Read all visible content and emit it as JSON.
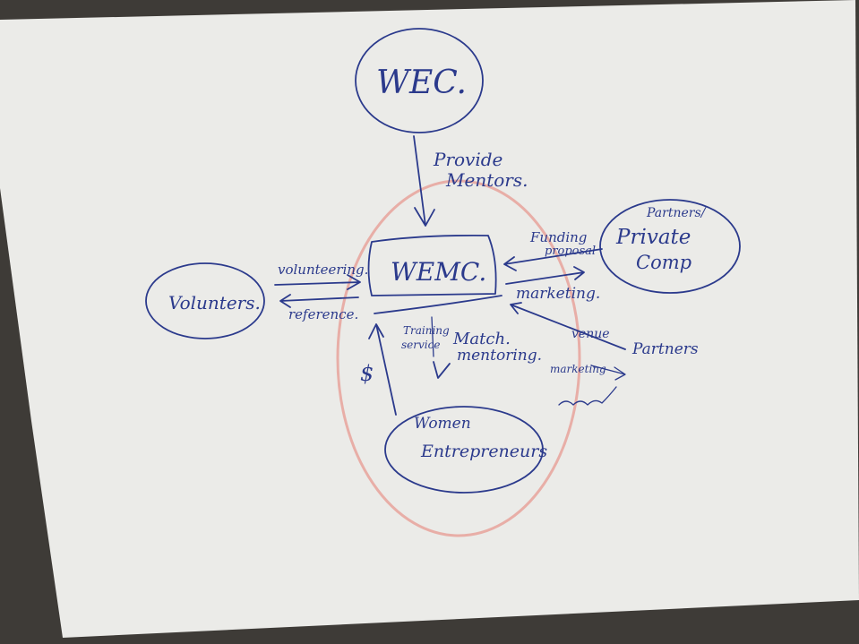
{
  "colors": {
    "paper": "#ebebe8",
    "ink": "#2b3a8c",
    "highlight": "#e8a39b",
    "background": "#3e3b37"
  },
  "nodes": {
    "wec": "WEC.",
    "wemc": "WEMC.",
    "volunteers": "Volunters.",
    "partners_private": "Partners/",
    "private_comp_line1": "Private",
    "private_comp_line2": "Comp",
    "women_line1": "Women",
    "women_line2": "Entrepreneurs",
    "partners": "Partners"
  },
  "labels": {
    "provide": "Provide",
    "mentors": "Mentors.",
    "volunteering": "volunteering.",
    "reference": "reference.",
    "funding": "Funding",
    "proposal": "proposal",
    "marketing_right": "marketing.",
    "training": "Training",
    "service": "service",
    "match": "Match.",
    "mentoring": "mentoring.",
    "dollar": "$",
    "venue": "venue",
    "marketing_partners": "marketing"
  }
}
